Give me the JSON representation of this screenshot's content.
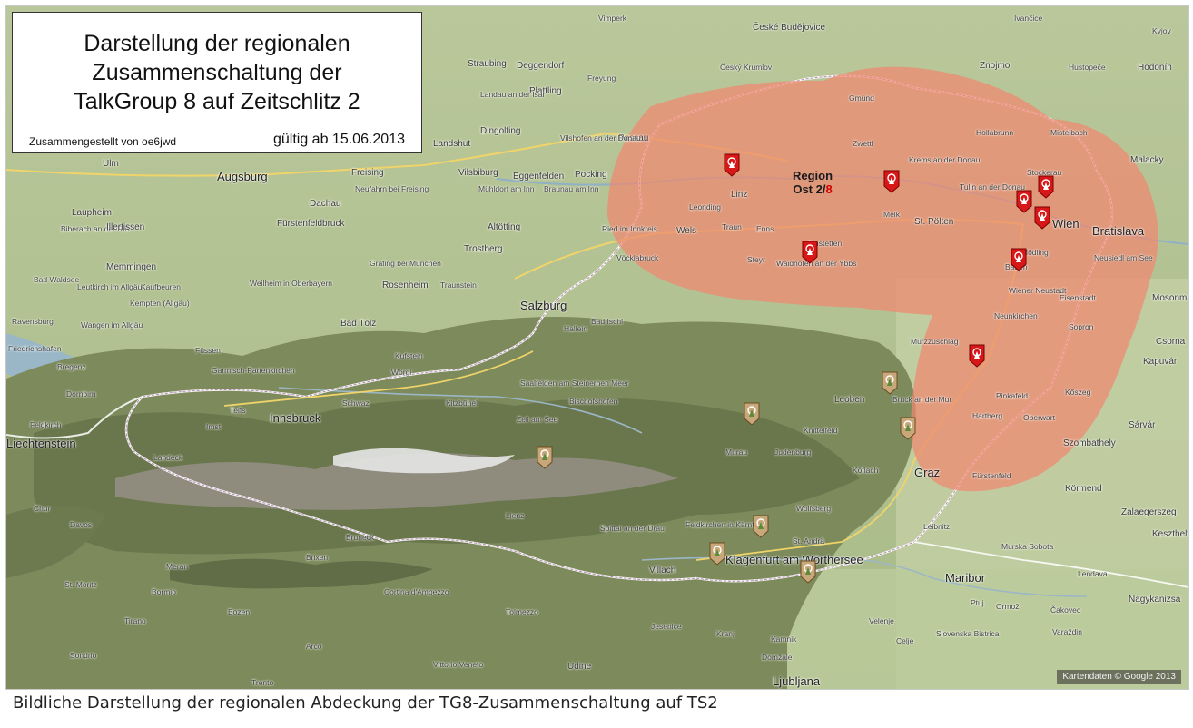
{
  "legend": {
    "title": "Darstellung der regionalen\nZusammenschaltung der\nTalkGroup 8 auf Zeitschlitz 2",
    "author": "Zusammengestellt von oe6jwd",
    "valid_from": "gültig ab 15.06.2013"
  },
  "region": {
    "line1": "Region",
    "line2_prefix": "Ost 2/",
    "line2_highlight": "8"
  },
  "attribution": "Kartendaten © Google 2013",
  "caption": "Bildliche Darstellung der regionalen Abdeckung der TG8-Zusammenschaltung auf TS2",
  "colors": {
    "region_fill": "#f08870",
    "active_marker": "#d81818",
    "inactive_marker": "#b08a5a"
  },
  "places": [
    "České Budějovice",
    "Vimperk",
    "Znojmo",
    "Hodonín",
    "Hustopeče",
    "Ivančice",
    "Kyjov",
    "Český Krumlov",
    "Freyung",
    "Straubing",
    "Deggendorf",
    "Plattling",
    "Landau an der Isar",
    "Passau",
    "Vilshofen an der Donau",
    "Dingolfing",
    "Ulm",
    "Augsburg",
    "Freising",
    "Landshut",
    "Vilsbiburg",
    "Eggenfelden",
    "Pocking",
    "Mühldorf am Inn",
    "Braunau am Inn",
    "Dachau",
    "Neufahrn bei Freising",
    "Fürstenfeldbruck",
    "Laupheim",
    "Biberach an der Riß",
    "Illertissen",
    "Memmingen",
    "Trostberg",
    "Altötting",
    "Ried im Innkreis",
    "Linz",
    "Leonding",
    "Wels",
    "Traun",
    "Enns",
    "Steyr",
    "Vöcklabruck",
    "Amstetten",
    "Waidhofen an der Ybbs",
    "Melk",
    "St. Pölten",
    "Krems an der Donau",
    "Zwettl",
    "Gmünd",
    "Tulln an der Donau",
    "Stockerau",
    "Mistelbach",
    "Hollabrunn",
    "Wien",
    "Bratislava",
    "Malacky",
    "Mödling",
    "Baden",
    "Wiener Neustadt",
    "Neunkirchen",
    "Eisenstadt",
    "Neusiedl am See",
    "Sopron",
    "Mosonmagyaróvár",
    "Kapuvár",
    "Csorna",
    "Mürzzuschlag",
    "Pinkafeld",
    "Hartberg",
    "Oberwart",
    "Kőszeg",
    "Szombathely",
    "Sárvár",
    "Fürstenfeld",
    "Körmend",
    "Graz",
    "Bruck an der Mur",
    "Leoben",
    "Knittelfeld",
    "Judenburg",
    "Murau",
    "Köflach",
    "Wolfsberg",
    "Leibnitz",
    "St. Andrä",
    "Klagenfurt am Wörthersee",
    "Feldkirchen in Kärnten",
    "Villach",
    "Spittal an der Drau",
    "Lienz",
    "Bischofshofen",
    "Zell am See",
    "Saalfelden am Steinernen Meer",
    "Salzburg",
    "Bad Ischl",
    "Hallein",
    "Kitzbühel",
    "Wörgl",
    "Kufstein",
    "Schwaz",
    "Innsbruck",
    "Telfs",
    "Imst",
    "Landeck",
    "Bad Tölz",
    "Rosenheim",
    "Traunstein",
    "Grafing bei München",
    "Weilheim in Oberbayern",
    "Kaufbeuren",
    "Kempten (Allgäu)",
    "Wangen im Allgäu",
    "Ravensburg",
    "Friedrichshafen",
    "Bregenz",
    "Dornbirn",
    "Feldkirch",
    "Füssen",
    "Garmisch-Partenkirchen",
    "Liechtenstein",
    "Bad Waldsee",
    "Leutkirch im Allgäu",
    "Bozen",
    "Meran",
    "Brixen",
    "Bruneck",
    "Cortina d'Ampezzo",
    "Tolmezzo",
    "Udine",
    "Jesenice",
    "Kranj",
    "Ljubljana",
    "Domžale",
    "Celje",
    "Maribor",
    "Ptuj",
    "Murska Sobota",
    "Nagykanizsa",
    "Zalaegerszeg",
    "Keszthely",
    "Varaždin",
    "Čakovec",
    "Ormož",
    "Lendava",
    "Slovenska Bistrica",
    "Velenje",
    "Kamnik",
    "Vittorio Veneto",
    "Trento",
    "Sondrio",
    "Chur",
    "Davos",
    "St. Moritz",
    "Bormio",
    "Arco",
    "Tirano"
  ]
}
